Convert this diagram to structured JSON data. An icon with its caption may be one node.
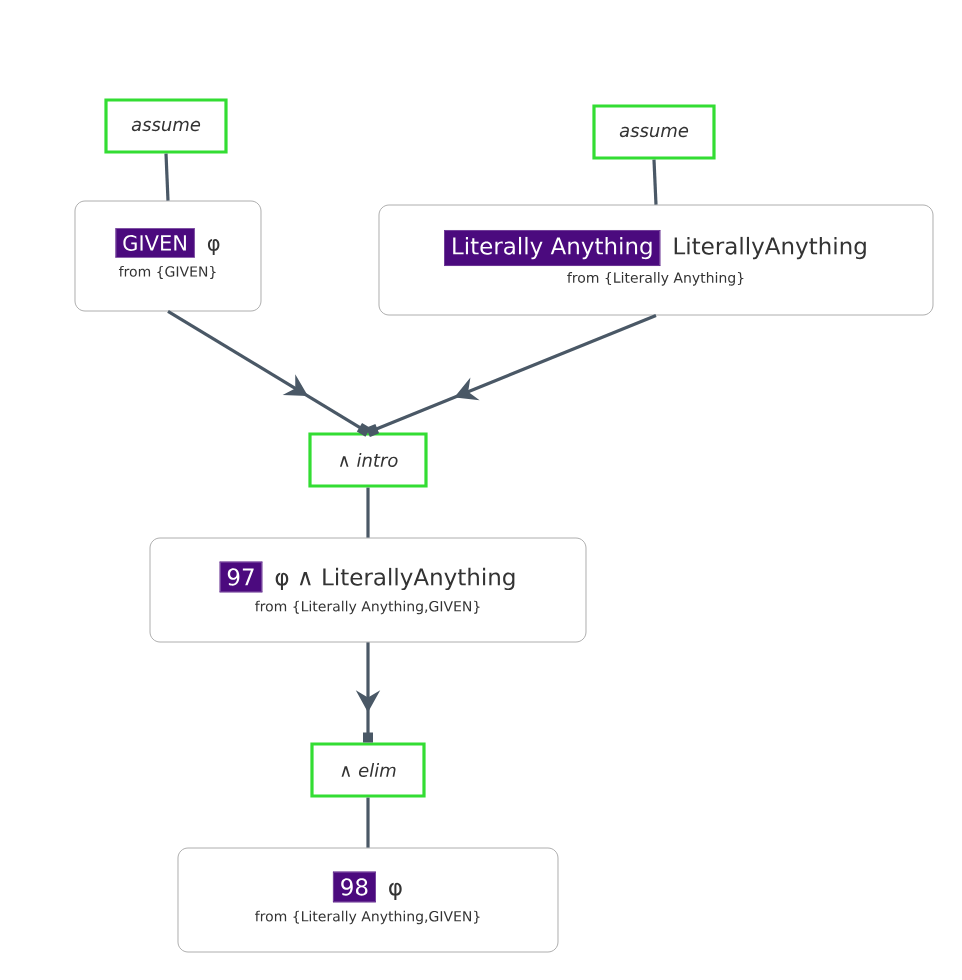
{
  "diagram": {
    "nodes": [
      {
        "text": [
          "assume"
        ]
      },
      {
        "text": [
          "assume"
        ]
      },
      {
        "text": [
          "GIVEN",
          "φ",
          "from {GIVEN}"
        ]
      },
      {
        "text": [
          "Literally Anything",
          "LiterallyAnything",
          "from {Literally Anything}"
        ]
      },
      {
        "text": [
          "∧ intro"
        ]
      },
      {
        "text": [
          "97",
          "φ ∧ LiterallyAnything",
          "from {Literally Anything,GIVEN}"
        ]
      },
      {
        "text": [
          "∧ elim"
        ]
      },
      {
        "text": [
          "98",
          "φ",
          "from {Literally Anything,GIVEN}"
        ]
      }
    ],
    "edges": [
      {
        "from": 0,
        "to": 2,
        "arrow": "none"
      },
      {
        "from": 1,
        "to": 3,
        "arrow": "none"
      },
      {
        "from": 2,
        "to": 4,
        "arrow": "to"
      },
      {
        "from": 3,
        "to": 4,
        "arrow": "to"
      },
      {
        "from": 4,
        "to": 5,
        "arrow": "none"
      },
      {
        "from": 5,
        "to": 6,
        "arrow": "to"
      },
      {
        "from": 6,
        "to": 7,
        "arrow": "none"
      }
    ]
  }
}
